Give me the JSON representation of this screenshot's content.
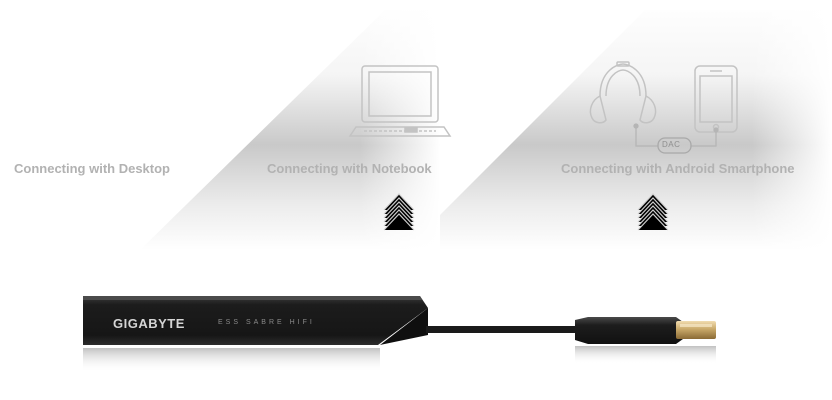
{
  "connections": [
    {
      "caption": "Connecting with Desktop",
      "icon": "desktop-icon"
    },
    {
      "caption": "Connecting with Notebook",
      "icon": "notebook-icon"
    },
    {
      "caption": "Connecting with Android Smartphone",
      "icon": "smartphone-icon"
    }
  ],
  "smartphone_diagram": {
    "dac_label": "DAC"
  },
  "device": {
    "brand": "GIGABYTE",
    "series": "ESS SABRE HIFI"
  },
  "colors": {
    "caption": "#b2b2b2",
    "device_body": "#202020",
    "connector_tip": "#c9a96a"
  }
}
